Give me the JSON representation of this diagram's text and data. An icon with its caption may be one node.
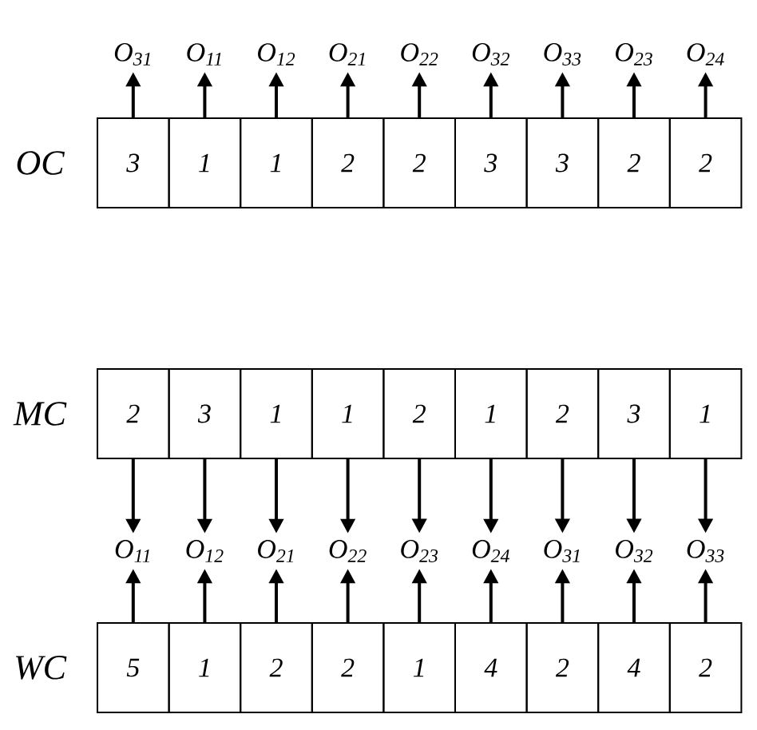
{
  "diagram": {
    "nodes": [
      {
        "text": [
          "O$_{31}$"
        ]
      },
      {
        "text": [
          "O$_{11}$"
        ]
      },
      {
        "text": [
          "O$_{12}$"
        ]
      },
      {
        "text": [
          "O$_{21}$"
        ]
      },
      {
        "text": [
          "O$_{22}$"
        ]
      },
      {
        "text": [
          "O$_{32}$"
        ]
      },
      {
        "text": [
          "O$_{33}$"
        ]
      },
      {
        "text": [
          "O$_{23}$"
        ]
      },
      {
        "text": [
          "O$_{24}$"
        ]
      },
      {
        "text": [
          "3"
        ]
      },
      {
        "text": [
          "1"
        ]
      },
      {
        "text": [
          "1"
        ]
      },
      {
        "text": [
          "2"
        ]
      },
      {
        "text": [
          "2"
        ]
      },
      {
        "text": [
          "3"
        ]
      },
      {
        "text": [
          "3"
        ]
      },
      {
        "text": [
          "2"
        ]
      },
      {
        "text": [
          "2"
        ]
      },
      {
        "text": [
          "2"
        ]
      },
      {
        "text": [
          "3"
        ]
      },
      {
        "text": [
          "1"
        ]
      },
      {
        "text": [
          "1"
        ]
      },
      {
        "text": [
          "2"
        ]
      },
      {
        "text": [
          "1"
        ]
      },
      {
        "text": [
          "2"
        ]
      },
      {
        "text": [
          "3"
        ]
      },
      {
        "text": [
          "1"
        ]
      },
      {
        "text": [
          "O$_{11}$"
        ]
      },
      {
        "text": [
          "O$_{12}$"
        ]
      },
      {
        "text": [
          "O$_{21}$"
        ]
      },
      {
        "text": [
          "O$_{22}$"
        ]
      },
      {
        "text": [
          "O$_{23}$"
        ]
      },
      {
        "text": [
          "O$_{24}$"
        ]
      },
      {
        "text": [
          "O$_{31}$"
        ]
      },
      {
        "text": [
          "O$_{32}$"
        ]
      },
      {
        "text": [
          "O$_{33}$"
        ]
      },
      {
        "text": [
          "5"
        ]
      },
      {
        "text": [
          "1"
        ]
      },
      {
        "text": [
          "2"
        ]
      },
      {
        "text": [
          "2"
        ]
      },
      {
        "text": [
          "1"
        ]
      },
      {
        "text": [
          "4"
        ]
      },
      {
        "text": [
          "2"
        ]
      },
      {
        "text": [
          "4"
        ]
      },
      {
        "text": [
          "2"
        ]
      }
    ],
    "edges": [
      {
        "from": 9,
        "to": 0,
        "arrow": "to"
      },
      {
        "from": 10,
        "to": 1,
        "arrow": "to"
      },
      {
        "from": 11,
        "to": 2,
        "arrow": "to"
      },
      {
        "from": 12,
        "to": 3,
        "arrow": "to"
      },
      {
        "from": 13,
        "to": 4,
        "arrow": "to"
      },
      {
        "from": 14,
        "to": 5,
        "arrow": "to"
      },
      {
        "from": 15,
        "to": 6,
        "arrow": "to"
      },
      {
        "from": 16,
        "to": 7,
        "arrow": "to"
      },
      {
        "from": 17,
        "to": 8,
        "arrow": "to"
      },
      {
        "from": 18,
        "to": 27,
        "arrow": "to"
      },
      {
        "from": 19,
        "to": 28,
        "arrow": "to"
      },
      {
        "from": 20,
        "to": 29,
        "arrow": "to"
      },
      {
        "from": 21,
        "to": 30,
        "arrow": "to"
      },
      {
        "from": 22,
        "to": 31,
        "arrow": "to"
      },
      {
        "from": 23,
        "to": 32,
        "arrow": "to"
      },
      {
        "from": 24,
        "to": 33,
        "arrow": "to"
      },
      {
        "from": 25,
        "to": 34,
        "arrow": "to"
      },
      {
        "from": 26,
        "to": 35,
        "arrow": "to"
      },
      {
        "from": 36,
        "to": 27,
        "arrow": "to"
      },
      {
        "from": 37,
        "to": 28,
        "arrow": "to"
      },
      {
        "from": 38,
        "to": 29,
        "arrow": "to"
      },
      {
        "from": 39,
        "to": 30,
        "arrow": "to"
      },
      {
        "from": 40,
        "to": 31,
        "arrow": "to"
      },
      {
        "from": 41,
        "to": 32,
        "arrow": "to"
      },
      {
        "from": 42,
        "to": 33,
        "arrow": "to"
      },
      {
        "from": 43,
        "to": 34,
        "arrow": "to"
      },
      {
        "from": 44,
        "to": 35,
        "arrow": "to"
      }
    ],
    "labels": [
      "OC",
      "MC",
      "WC"
    ]
  }
}
